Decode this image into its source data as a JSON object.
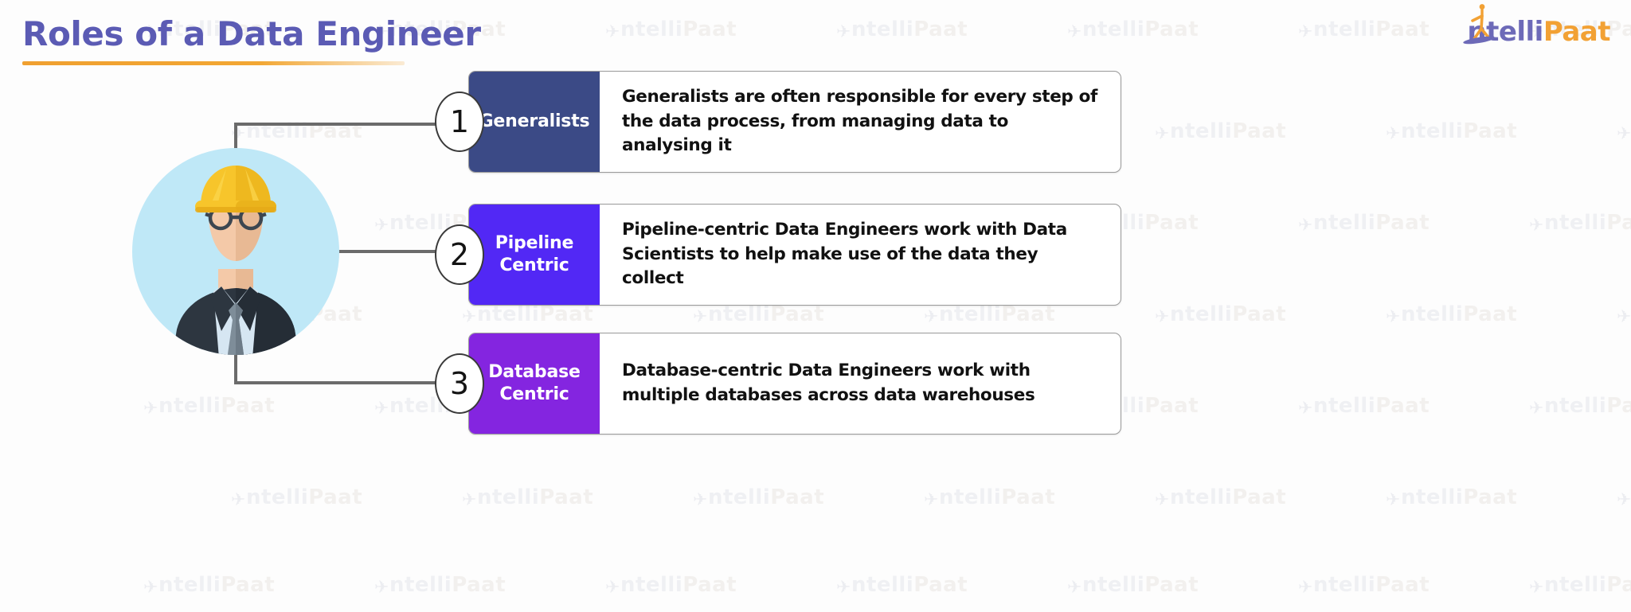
{
  "page": {
    "title": "Roles of a Data Engineer",
    "background_color": "#ffffff",
    "title_color": "#5b5bb4",
    "title_underline_color": "#f0a030"
  },
  "logo": {
    "name": "intellipaat-logo",
    "text_primary": "ntelli",
    "text_secondary": "Paat",
    "primary_color": "#6d6ab8",
    "secondary_color": "#f2a134"
  },
  "avatar": {
    "name": "data-engineer-avatar",
    "circle_color": "#bfe8f7",
    "helmet_color": "#f7c52b",
    "helmet_shadow_color": "#e8a91c",
    "skin_color": "#f4c9a8",
    "skin_shadow_color": "#e2b08c",
    "suit_color": "#2d3640",
    "suit_shadow_color": "#232b33",
    "shirt_color": "#d6e6f2",
    "tie_color": "#7e8d99",
    "glasses_color": "#3c4650"
  },
  "connector": {
    "name": "connector-lines",
    "color": "#6b6b6b",
    "width": 4
  },
  "rows": [
    {
      "number": "1",
      "label": "Generalists",
      "label_color": "#3b4a86",
      "description": "Generalists are often responsible for every step of the data process, from managing data to analysing it"
    },
    {
      "number": "2",
      "label": "Pipeline Centric",
      "label_color": "#5228f5",
      "description": "Pipeline-centric Data Engineers work with Data Scientists to help make use of the data they collect"
    },
    {
      "number": "3",
      "label": "Database Centric",
      "label_color": "#8425e0",
      "description": "Database-centric Data Engineers work with multiple databases across data warehouses"
    }
  ],
  "watermark": {
    "text_primary": "ntelli",
    "text_secondary": "Paat"
  }
}
